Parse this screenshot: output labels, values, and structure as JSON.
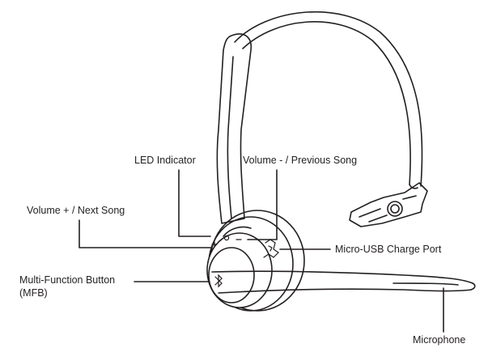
{
  "labels": {
    "led_indicator": "LED Indicator",
    "volume_down": "Volume - / Previous Song",
    "volume_up": "Volume + / Next Song",
    "charge_port": "Micro-USB Charge Port",
    "mfb_line1": "Multi-Function Button",
    "mfb_line2": "(MFB)",
    "microphone": "Microphone"
  },
  "colors": {
    "line": "#231f20",
    "earcup_shade": "#e6e6e6",
    "background": "#ffffff"
  },
  "icons": {
    "mfb": "bluetooth-icon",
    "volume_up": "plus-icon",
    "volume_down": "minus-icon",
    "charge_port": "usb-port-icon"
  }
}
